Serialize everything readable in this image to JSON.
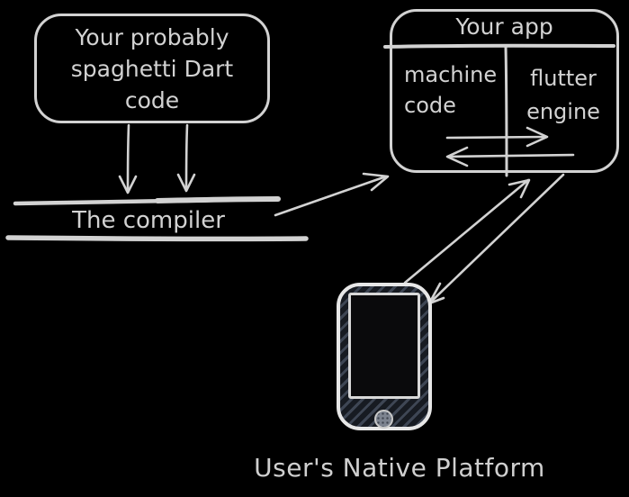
{
  "colors": {
    "background": "#000000",
    "stroke": "#d2d2d2",
    "phone_outline": "#e7e7e7",
    "phone_body": "#171b22",
    "phone_hatch": "#3e4654",
    "phone_screen": "#0a0a0c",
    "home_button": "#7d8490"
  },
  "dart_box": {
    "label": "Your probably\nspaghetti Dart\ncode"
  },
  "compiler": {
    "label": "The compiler"
  },
  "app_box": {
    "title": "Your app",
    "left_cell": "machine\ncode",
    "right_cell": "flutter\nengine"
  },
  "platform": {
    "caption": "User's Native Platform"
  },
  "arrows": [
    {
      "from": "dart-code-box",
      "to": "compiler"
    },
    {
      "from": "dart-code-box",
      "to": "compiler"
    },
    {
      "from": "compiler",
      "to": "app-box"
    },
    {
      "from": "machine-code",
      "to": "flutter-engine"
    },
    {
      "from": "flutter-engine",
      "to": "machine-code"
    },
    {
      "from": "phone",
      "to": "app-box"
    },
    {
      "from": "app-box",
      "to": "phone"
    }
  ]
}
